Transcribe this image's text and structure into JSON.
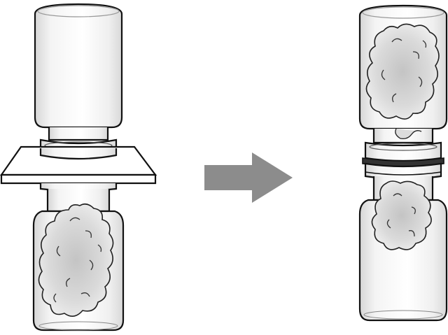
{
  "diagram": {
    "type": "process-illustration",
    "steps": [
      {
        "name": "before",
        "description_items": [
          "inverted-empty-bottle",
          "card-separator",
          "vial-with-smoke"
        ]
      },
      {
        "name": "after",
        "description_items": [
          "inverted-bottle-with-smoke",
          "joined-necks",
          "lower-vial-with-smoke"
        ]
      }
    ],
    "arrow": {
      "direction": "right",
      "color": "#8c8c8c"
    },
    "colors": {
      "outline": "#111111",
      "glass_fill": "#ffffff",
      "glass_shade": "#dcdcdc",
      "smoke": "#cfcfcf",
      "smoke_light": "#eeeeee"
    }
  }
}
